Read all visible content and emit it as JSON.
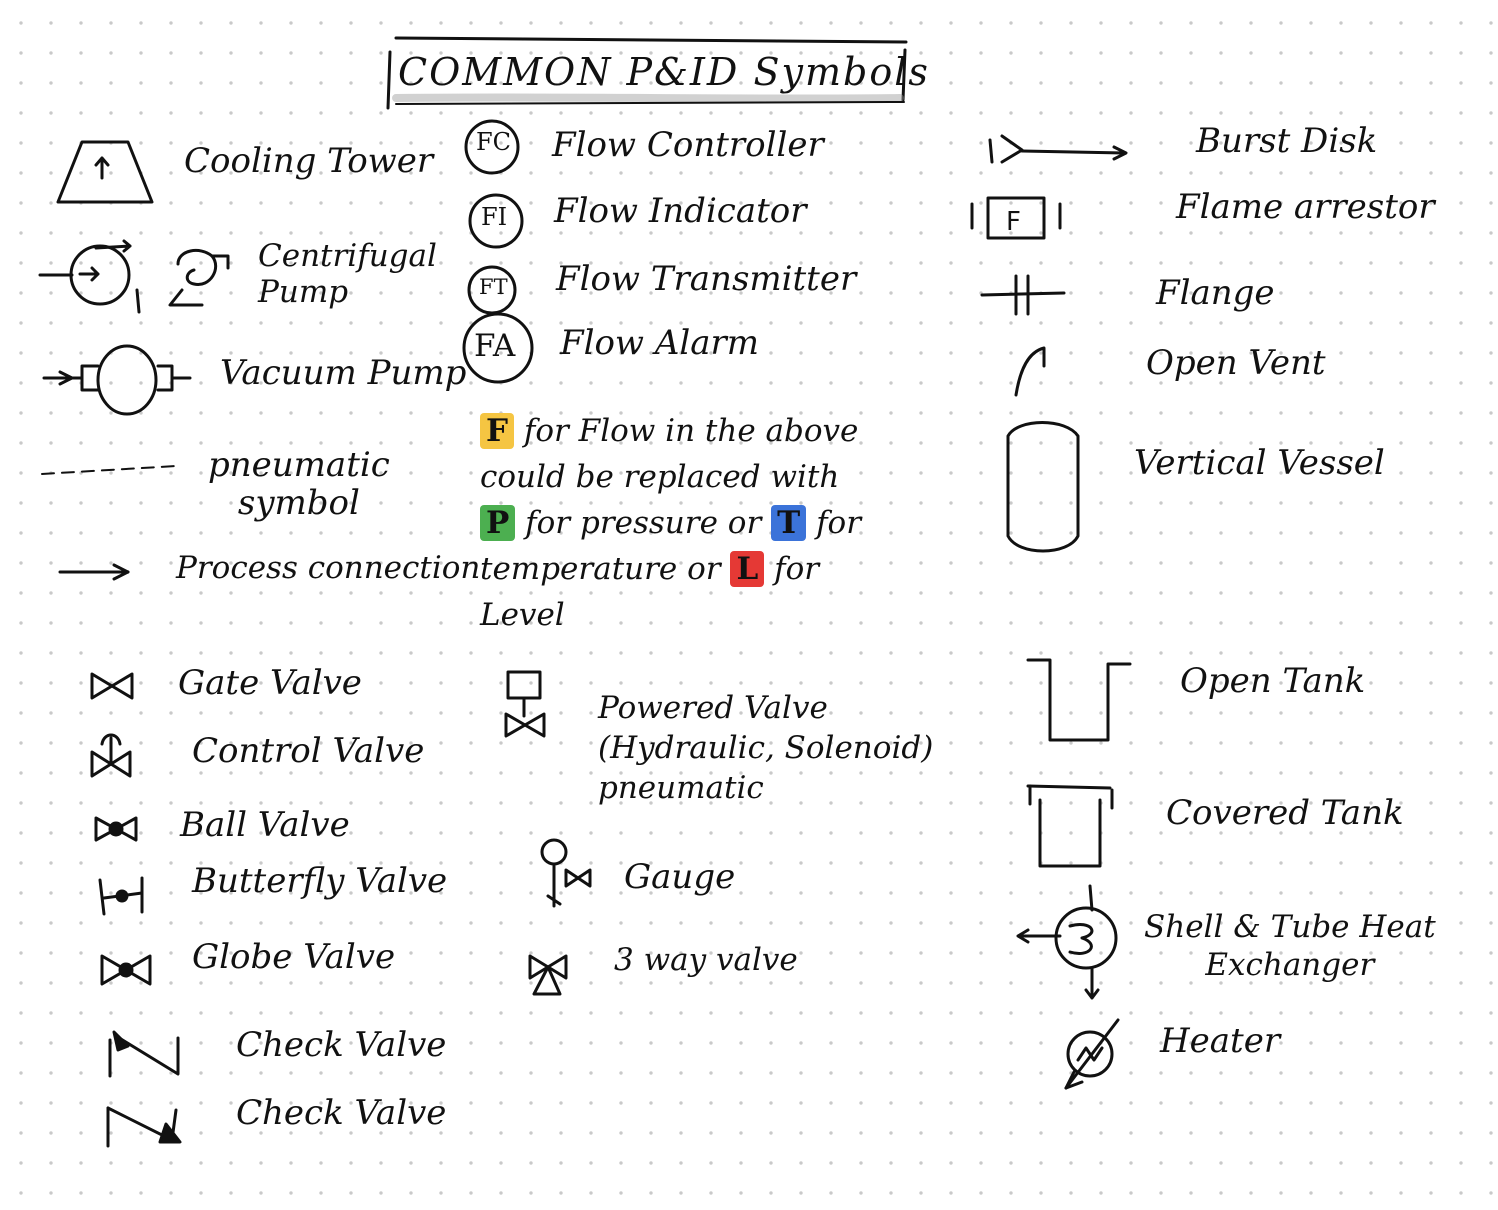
{
  "title": "COMMON P&ID Symbols",
  "colors": {
    "ink": "#111111",
    "highlight_flow": "#f5c542",
    "highlight_pressure": "#4caf50",
    "highlight_temperature": "#3b73d9",
    "highlight_level": "#e53935"
  },
  "left_symbols": {
    "cooling_tower": "Cooling Tower",
    "centrifugal_pump": "Centrifugal\nPump",
    "vacuum_pump": "Vacuum Pump",
    "pneumatic": "pneumatic\nsymbol",
    "process_connection": "Process connection"
  },
  "instruments": [
    {
      "tag": "FC",
      "label": "Flow Controller"
    },
    {
      "tag": "FI",
      "label": "Flow Indicator"
    },
    {
      "tag": "FT",
      "label": "Flow Transmitter"
    },
    {
      "tag": "FA",
      "label": "Flow Alarm"
    }
  ],
  "note": {
    "f_letter": "F",
    "part1": "for Flow in the above could be replaced with",
    "p_letter": "P",
    "part2": "for pressure or",
    "t_letter": "T",
    "part3": "for temperature or",
    "l_letter": "L",
    "part4": "for Level"
  },
  "right_symbols": {
    "burst_disk": "Burst Disk",
    "flame_arrestor": "Flame arrestor",
    "flange": "Flange",
    "open_vent": "Open Vent",
    "vertical_vessel": "Vertical Vessel",
    "open_tank": "Open Tank",
    "covered_tank": "Covered Tank",
    "heat_exchanger": "Shell & Tube Heat\nExchanger",
    "heater": "Heater"
  },
  "valves": {
    "gate": "Gate Valve",
    "control": "Control Valve",
    "ball": "Ball Valve",
    "butterfly": "Butterfly Valve",
    "globe": "Globe Valve",
    "check_1": "Check Valve",
    "check_2": "Check Valve"
  },
  "middle_valves": {
    "powered": "Powered Valve\n(Hydraulic, Solenoid)\npneumatic",
    "gauge": "Gauge",
    "three_way": "3 way valve"
  },
  "icons": [
    "cooling-tower-icon",
    "centrifugal-pump-icon",
    "vacuum-pump-icon",
    "pneumatic-line-icon",
    "process-arrow-icon",
    "instrument-bubble-icon",
    "burst-disk-icon",
    "flame-arrestor-icon",
    "flange-icon",
    "open-vent-icon",
    "vertical-vessel-icon",
    "gate-valve-icon",
    "control-valve-icon",
    "ball-valve-icon",
    "butterfly-valve-icon",
    "globe-valve-icon",
    "check-valve-icon",
    "powered-valve-icon",
    "gauge-icon",
    "three-way-valve-icon",
    "open-tank-icon",
    "covered-tank-icon",
    "heat-exchanger-icon",
    "heater-icon"
  ]
}
